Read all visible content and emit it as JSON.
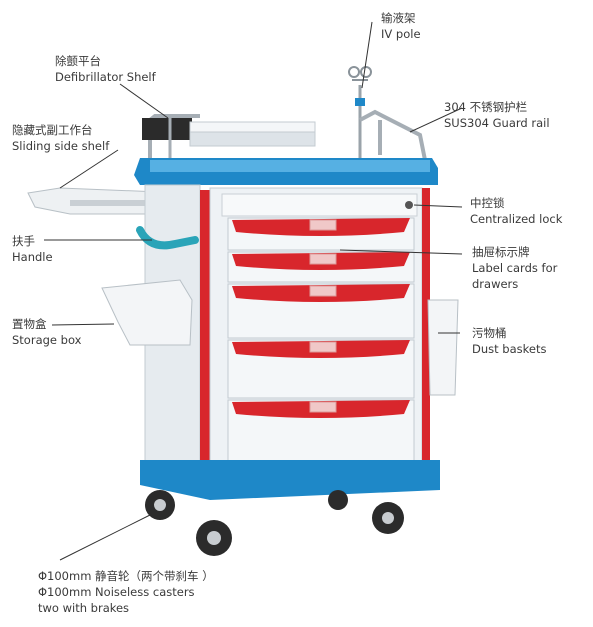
{
  "labels": {
    "iv_pole": {
      "zh": "输液架",
      "en": "IV pole"
    },
    "defib_shelf": {
      "zh": "除颤平台",
      "en": "Defibrillator Shelf"
    },
    "guard_rail": {
      "zh": "304 不锈钢护栏",
      "en": "SUS304 Guard rail"
    },
    "side_shelf": {
      "zh": "隐藏式副工作台",
      "en": "Sliding side shelf"
    },
    "lock": {
      "zh": "中控锁",
      "en": "Centralized lock"
    },
    "handle": {
      "zh": "扶手",
      "en": "Handle"
    },
    "label_cards": {
      "zh": "抽屉标示牌",
      "en": "Label cards for",
      "en2": "drawers"
    },
    "storage_box": {
      "zh": "置物盒",
      "en": "Storage box"
    },
    "dust_baskets": {
      "zh": "污物桶",
      "en": "Dust baskets"
    },
    "casters": {
      "line1": "Φ100mm 静音轮（两个带刹车 ）",
      "line2": "Φ100mm Noiseless casters",
      "line3": "two with brakes"
    }
  },
  "colors": {
    "cart_blue": "#1e88c8",
    "drawer_red": "#d8262c",
    "body_white": "#eef2f5",
    "leader": "#333333"
  }
}
